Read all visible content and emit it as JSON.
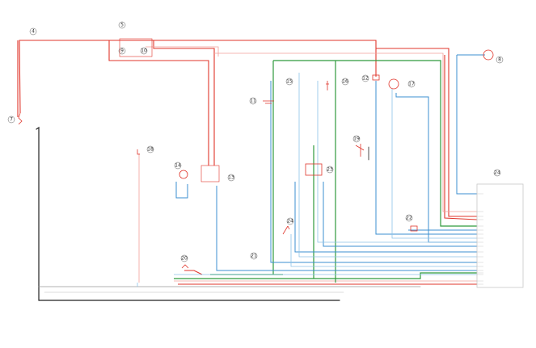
{
  "diagram": {
    "colors": {
      "red": "#e0352b",
      "pink": "#f2a09a",
      "blue": "#3b8fd0",
      "light_blue": "#8cc3e8",
      "green": "#2e9a3c",
      "black": "#222222",
      "gray": "#999999"
    },
    "component_numbers": [
      "4",
      "5",
      "7",
      "8",
      "9",
      "10",
      "11",
      "12",
      "13",
      "14",
      "15",
      "16",
      "17",
      "18",
      "19",
      "20",
      "21",
      "22",
      "23",
      "24"
    ],
    "connector_block_number": "24"
  }
}
